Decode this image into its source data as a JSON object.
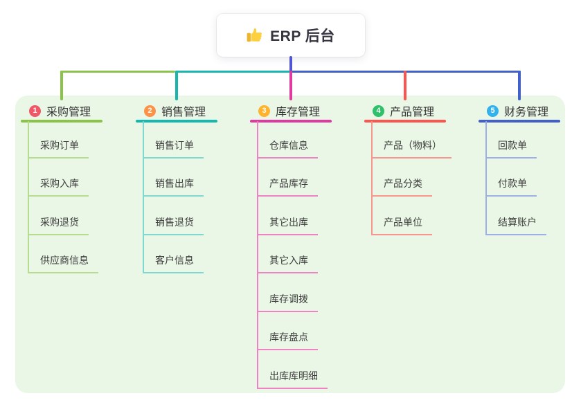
{
  "root": {
    "title": "ERP 后台",
    "icon": "thumbs-up-icon"
  },
  "theme": {
    "panel_background": "#ebf7e6",
    "root_line_color": "#5156d0",
    "text_dark": "#333333"
  },
  "branches": [
    {
      "number": "1",
      "label": "采购管理",
      "badge_color": "#ee5867",
      "line_color": "#8ac24a",
      "child_line_color": "#b5dc8f",
      "children": [
        "采购订单",
        "采购入库",
        "采购退货",
        "供应商信息"
      ]
    },
    {
      "number": "2",
      "label": "销售管理",
      "badge_color": "#fc9148",
      "line_color": "#18b7ae",
      "child_line_color": "#7fd8d0",
      "children": [
        "销售订单",
        "销售出库",
        "销售退货",
        "客户信息"
      ]
    },
    {
      "number": "3",
      "label": "库存管理",
      "badge_color": "#ffb32e",
      "line_color": "#dd3b9f",
      "child_line_color": "#ef82c3",
      "children": [
        "仓库信息",
        "产品库存",
        "其它出库",
        "其它入库",
        "库存调拨",
        "库存盘点",
        "出库库明细"
      ]
    },
    {
      "number": "4",
      "label": "产品管理",
      "badge_color": "#2ec06a",
      "line_color": "#fa554e",
      "child_line_color": "#f9958f",
      "children": [
        "产品（物料）",
        "产品分类",
        "产品单位"
      ]
    },
    {
      "number": "5",
      "label": "财务管理",
      "badge_color": "#32b2ec",
      "line_color": "#4161c8",
      "child_line_color": "#9cb0e6",
      "children": [
        "回款单",
        "付款单",
        "结算账户"
      ]
    }
  ]
}
